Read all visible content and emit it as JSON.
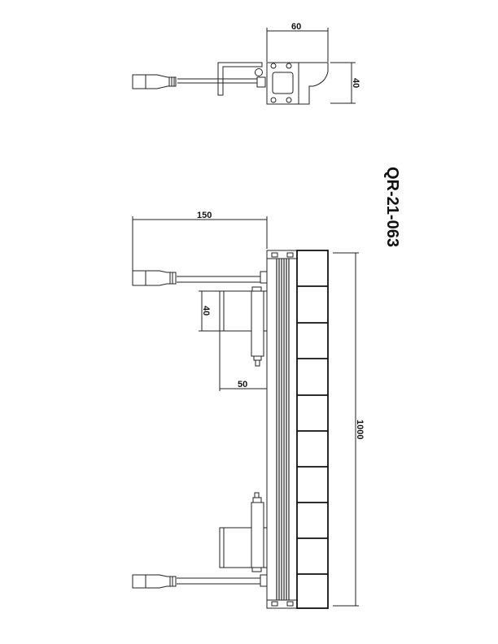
{
  "title": "QR-21-063",
  "dimensions": {
    "top_width": "60",
    "top_height": "40",
    "cable_length": "150",
    "bracket_height": "40",
    "bracket_depth": "50",
    "total_length": "1000"
  }
}
